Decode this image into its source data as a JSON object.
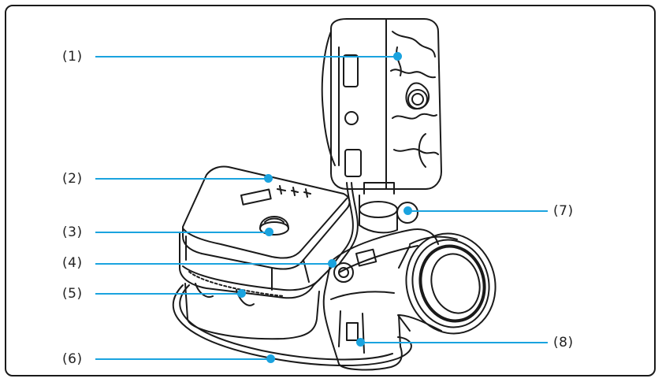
{
  "callouts": [
    {
      "id": "1",
      "label": "(1)"
    },
    {
      "id": "2",
      "label": "(2)"
    },
    {
      "id": "3",
      "label": "(3)"
    },
    {
      "id": "4",
      "label": "(4)"
    },
    {
      "id": "5",
      "label": "(5)"
    },
    {
      "id": "6",
      "label": "(6)"
    },
    {
      "id": "7",
      "label": "(7)"
    },
    {
      "id": "8",
      "label": "(8)"
    }
  ],
  "colors": {
    "accent": "#1aa3df",
    "stroke": "#1a1a1a"
  }
}
